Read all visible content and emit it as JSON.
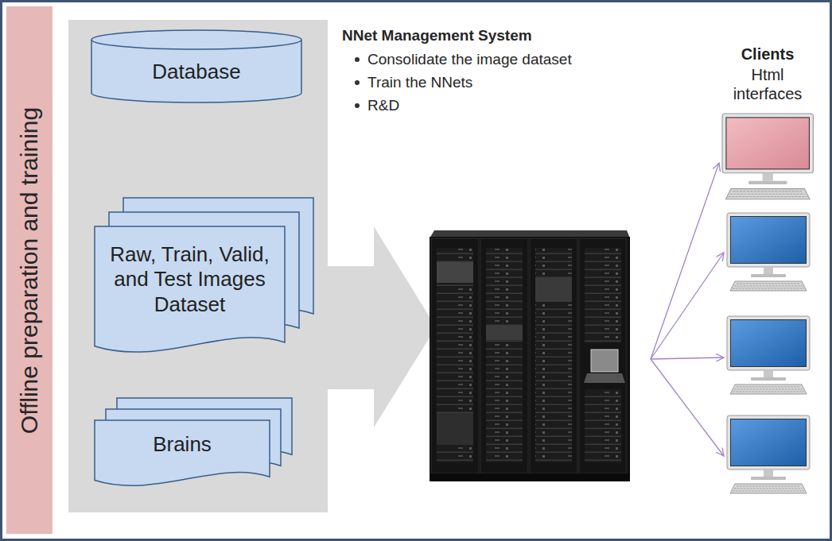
{
  "diagram": {
    "nodes": [
      {
        "text": [
          "Offline preparation and training"
        ]
      },
      {
        "text": [
          "Database"
        ]
      },
      {
        "text": [
          "Raw, Train, Valid, and Test Images Dataset"
        ]
      },
      {
        "text": [
          "Brains"
        ]
      },
      {
        "text": [
          "NNet Management System",
          "Consolidate the image dataset",
          "Train the NNets",
          "R&D"
        ]
      }
    ],
    "labels": [
      "Clients",
      "Html interfaces"
    ]
  }
}
